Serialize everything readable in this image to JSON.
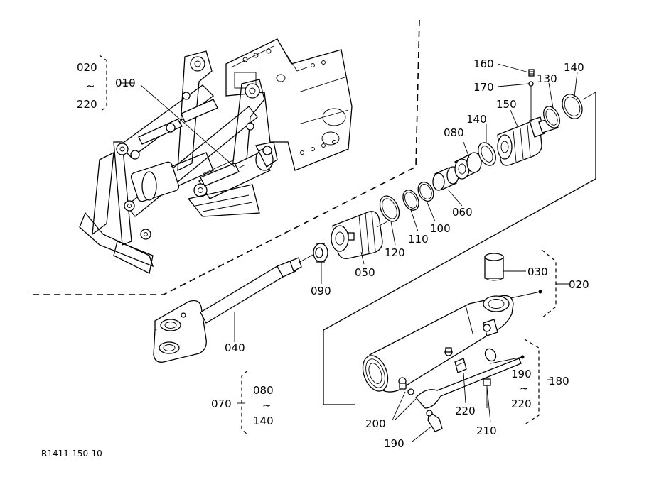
{
  "callouts": {
    "c010": "010",
    "c020_top": "020",
    "c220_top": "220",
    "tilde_top": "~",
    "c020_right": "020",
    "c030": "030",
    "c040": "040",
    "c050": "050",
    "c060": "060",
    "c070": "070",
    "c080_group": "080",
    "tilde_070": "~",
    "c140_group": "140",
    "c080": "080",
    "c090": "090",
    "c100": "100",
    "c110": "110",
    "c120": "120",
    "c130": "130",
    "c140_a": "140",
    "c140_b": "140",
    "c150": "150",
    "c160": "160",
    "c170": "170",
    "c180": "180",
    "c190_group": "190",
    "tilde_180": "~",
    "c220_group": "220",
    "c190": "190",
    "c200": "200",
    "c210": "210",
    "c220": "220"
  },
  "reference_code": "R1411-150-10"
}
